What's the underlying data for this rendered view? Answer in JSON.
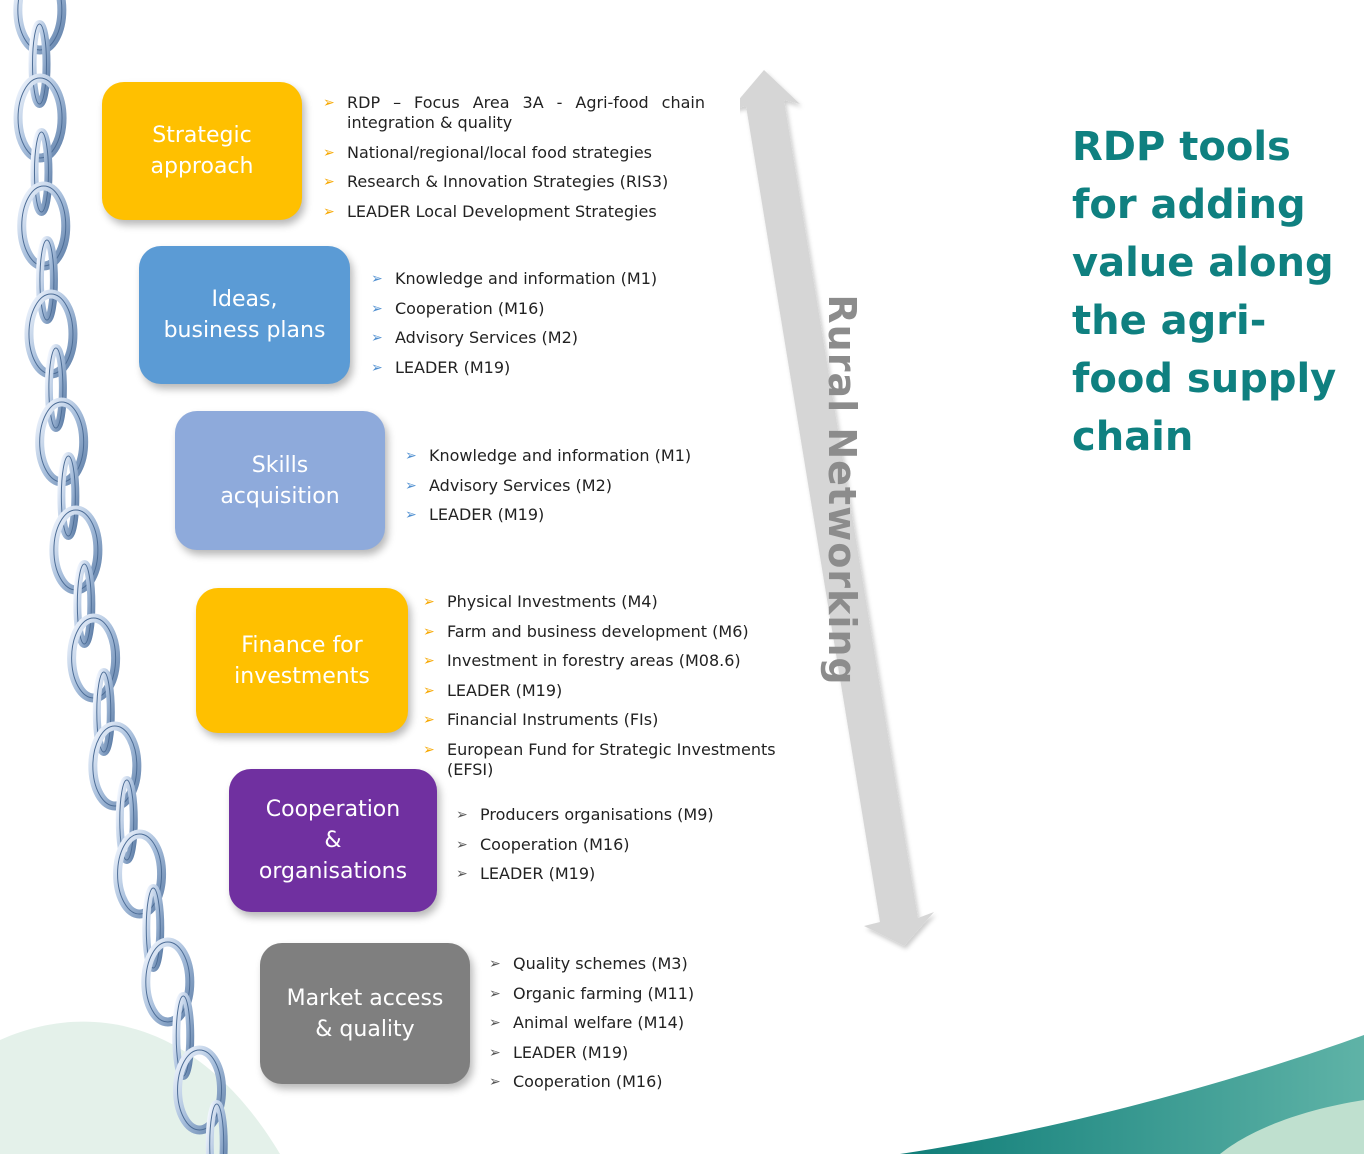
{
  "title": "RDP tools for adding value along the agri-food supply chain",
  "side_arrow_label": "Rural Networking",
  "colors": {
    "title": "#0f8080",
    "strategic": "#ffc000",
    "ideas": "#5b9bd5",
    "skills": "#8eaadb",
    "finance": "#ffc000",
    "cooperation": "#7030a0",
    "market": "#7f7f7f"
  },
  "blocks": [
    {
      "label": "Strategic\napproach",
      "items": [
        "RDP – Focus Area 3A - Agri-food chain integration & quality",
        "National/regional/local food strategies",
        "Research & Innovation Strategies (RIS3)",
        "LEADER Local Development Strategies"
      ]
    },
    {
      "label": "Ideas,\nbusiness plans",
      "items": [
        "Knowledge and information (M1)",
        "Cooperation (M16)",
        "Advisory Services (M2)",
        "LEADER (M19)"
      ]
    },
    {
      "label": "Skills\nacquisition",
      "items": [
        "Knowledge and information (M1)",
        "Advisory Services (M2)",
        "LEADER (M19)"
      ]
    },
    {
      "label": "Finance for\ninvestments",
      "items": [
        "Physical Investments (M4)",
        "Farm and business development (M6)",
        "Investment in forestry areas (M08.6)",
        "LEADER (M19)",
        "Financial Instruments (FIs)",
        "European Fund for Strategic Investments (EFSI)"
      ]
    },
    {
      "label": "Cooperation\n&\norganisations",
      "items": [
        "Producers organisations (M9)",
        "Cooperation (M16)",
        "LEADER (M19)"
      ]
    },
    {
      "label": "Market access\n& quality",
      "items": [
        "Quality schemes (M3)",
        "Organic farming (M11)",
        "Animal welfare (M14)",
        "LEADER (M19)",
        "Cooperation (M16)"
      ]
    }
  ]
}
